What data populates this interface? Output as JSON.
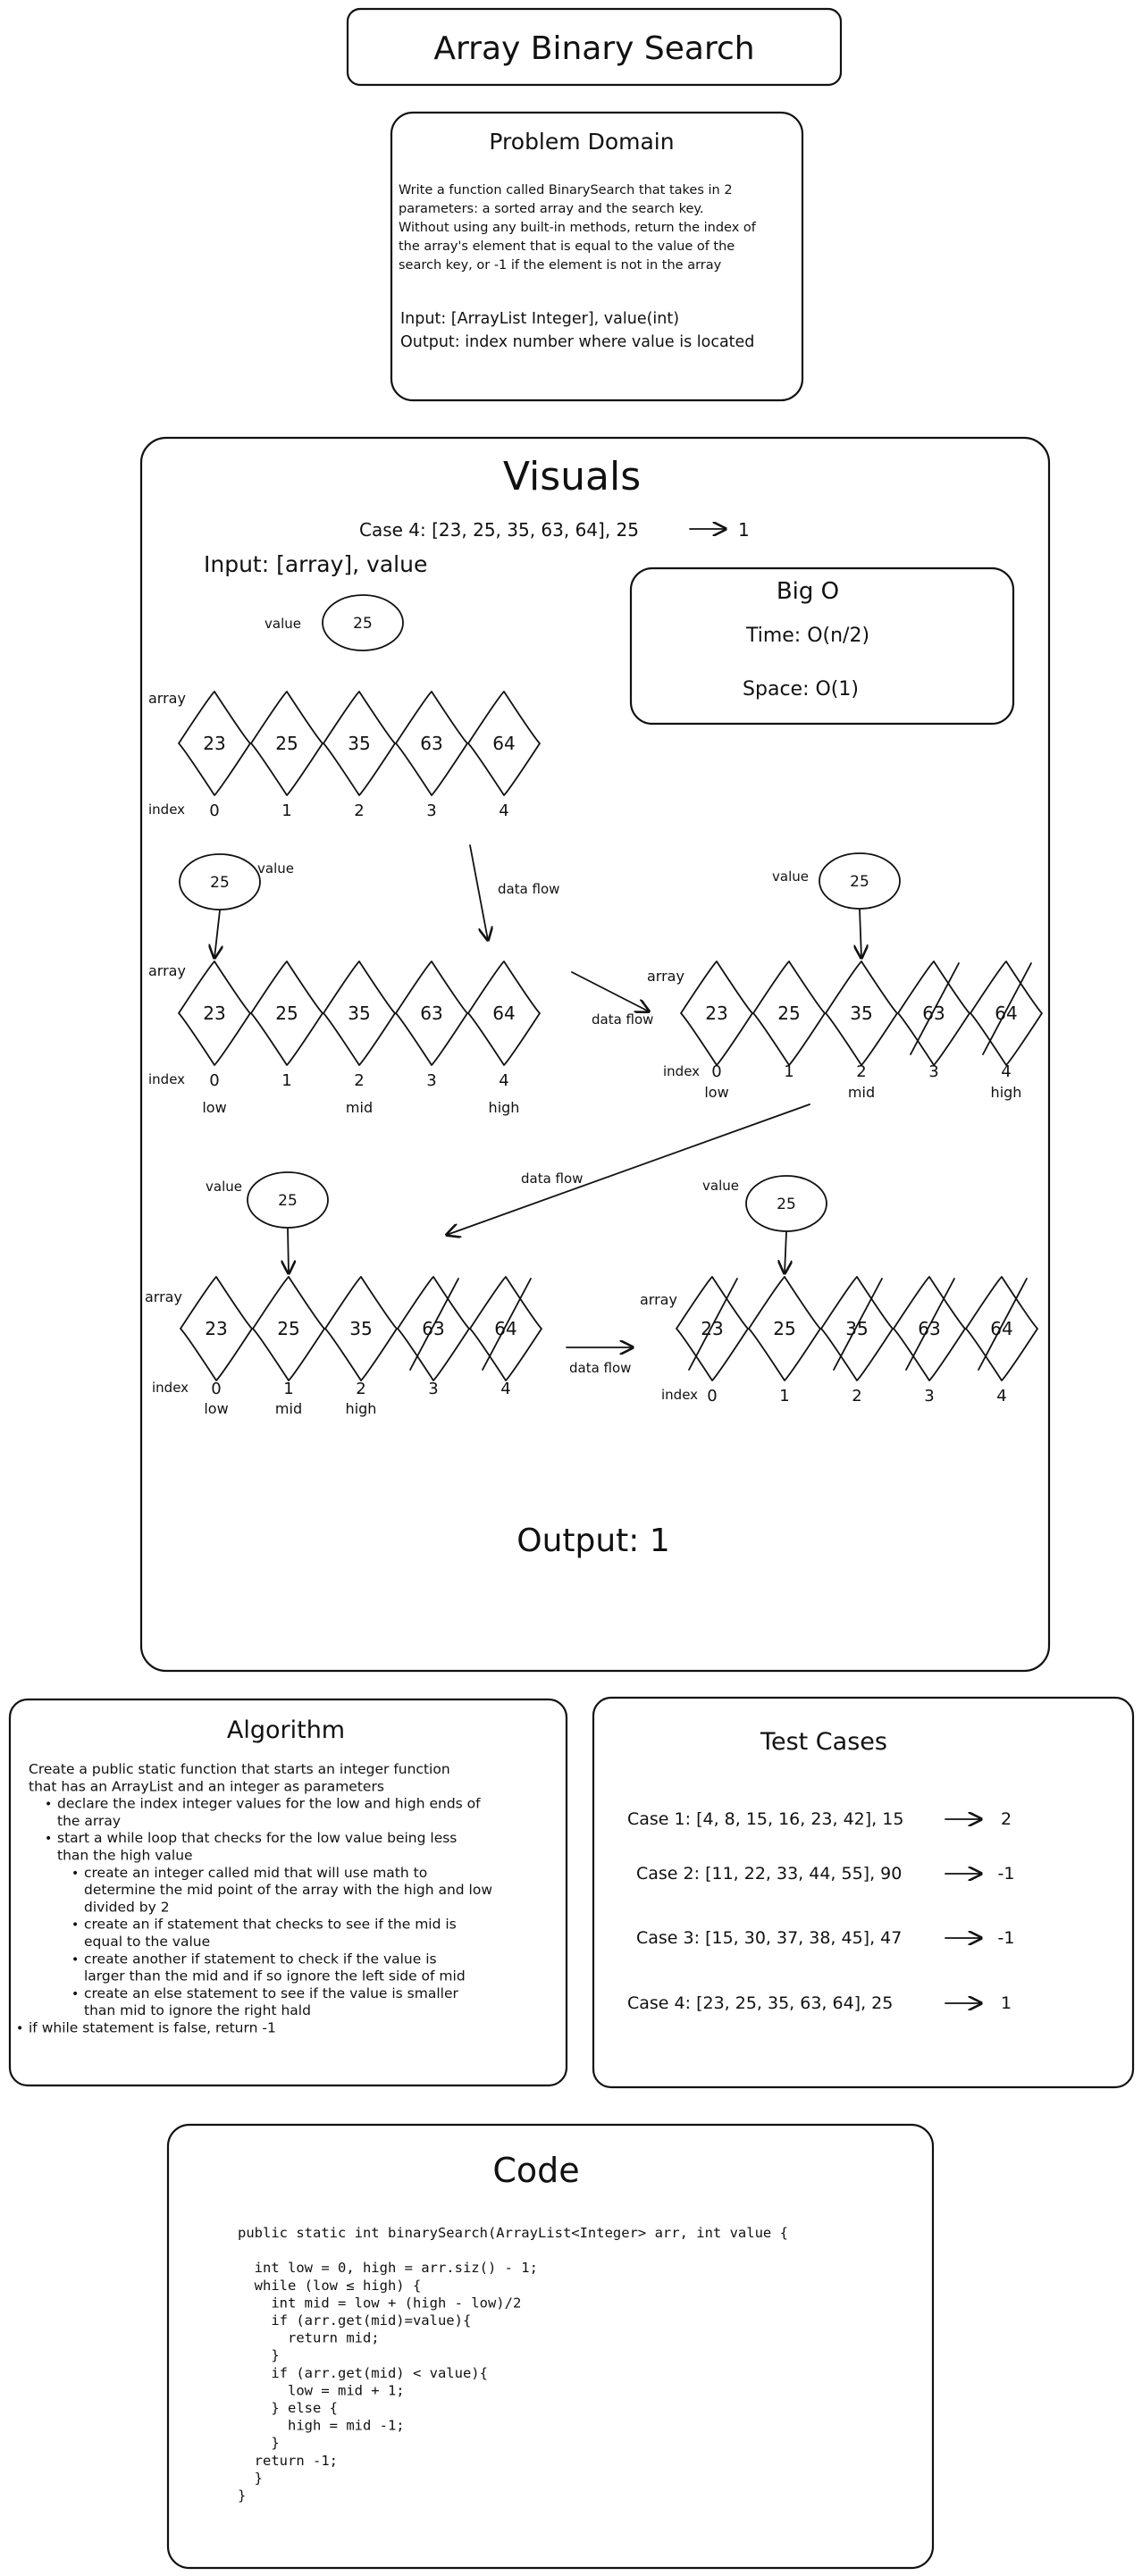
{
  "title": "Array Binary Search",
  "problem_domain": {
    "heading": "Problem Domain",
    "description": [
      "Write a function called BinarySearch that takes in 2",
      "parameters: a sorted array and the search key.",
      "Without using any built-in methods, return the index of",
      "the array's element that is equal to the value of the",
      "search key, or -1 if the element is not in the array"
    ],
    "input": "Input: [ArrayList Integer], value(int)",
    "output": "Output: index number where value is located"
  },
  "visuals": {
    "heading": "Visuals",
    "case_line": "Case 4: [23, 25, 35, 63, 64], 25",
    "case_result": "1",
    "input_label": "Input: [array], value",
    "big_o": {
      "heading": "Big O",
      "time": "Time: O(n/2)",
      "space": "Space: O(1)"
    },
    "labels": {
      "value": "value",
      "array": "array",
      "index": "index",
      "data_flow": "data flow",
      "low": "low",
      "mid": "mid",
      "high": "high"
    },
    "search_value": "25",
    "array_values": [
      "23",
      "25",
      "35",
      "63",
      "64"
    ],
    "indices": [
      "0",
      "1",
      "2",
      "3",
      "4"
    ],
    "steps": [
      {
        "crossed": [
          false,
          false,
          false,
          false,
          false
        ],
        "markers": []
      },
      {
        "crossed": [
          false,
          false,
          false,
          false,
          false
        ],
        "markers": [
          "low",
          "",
          "mid",
          "",
          "high"
        ]
      },
      {
        "crossed": [
          false,
          false,
          false,
          true,
          true
        ],
        "markers": [
          "low",
          "",
          "mid",
          "",
          "high"
        ]
      },
      {
        "crossed": [
          false,
          false,
          false,
          true,
          true
        ],
        "markers": [
          "low",
          "mid",
          "high",
          "",
          ""
        ]
      },
      {
        "crossed": [
          true,
          false,
          true,
          true,
          true
        ],
        "markers": []
      }
    ],
    "output": "Output: 1"
  },
  "algorithm": {
    "heading": "Algorithm",
    "lines": [
      {
        "level": 0,
        "bullet": false,
        "text": "Create a public static function that starts an integer function"
      },
      {
        "level": 0,
        "bullet": false,
        "text": "that has an ArrayList and an integer as parameters"
      },
      {
        "level": 1,
        "bullet": true,
        "text": "declare the index integer values for the low and high ends of"
      },
      {
        "level": 1,
        "bullet": false,
        "text": "the array"
      },
      {
        "level": 1,
        "bullet": true,
        "text": "start a while loop that checks for the low value being less"
      },
      {
        "level": 1,
        "bullet": false,
        "text": "than the high value"
      },
      {
        "level": 2,
        "bullet": true,
        "text": "create an integer called mid that will use math to"
      },
      {
        "level": 2,
        "bullet": false,
        "text": "determine the mid point of the array with the high and low"
      },
      {
        "level": 2,
        "bullet": false,
        "text": "divided by 2"
      },
      {
        "level": 2,
        "bullet": true,
        "text": "create an if statement that checks to see if the mid is"
      },
      {
        "level": 2,
        "bullet": false,
        "text": "equal to the value"
      },
      {
        "level": 2,
        "bullet": true,
        "text": "create another if statement to check if the value is"
      },
      {
        "level": 2,
        "bullet": false,
        "text": "larger than the mid and if so ignore the left side of mid"
      },
      {
        "level": 2,
        "bullet": true,
        "text": "create an else statement to see if the value is smaller"
      },
      {
        "level": 2,
        "bullet": false,
        "text": "than mid to ignore the right hald"
      },
      {
        "level": 0,
        "bullet": true,
        "text": "if while statement is false, return -1"
      }
    ]
  },
  "test_cases": {
    "heading": "Test Cases",
    "cases": [
      {
        "label": "Case 1: [4, 8, 15, 16, 23, 42], 15",
        "result": "2"
      },
      {
        "label": "Case 2: [11, 22, 33, 44, 55], 90",
        "result": "-1"
      },
      {
        "label": "Case 3: [15, 30, 37, 38, 45], 47",
        "result": "-1"
      },
      {
        "label": "Case 4: [23, 25, 35, 63, 64], 25",
        "result": "1"
      }
    ]
  },
  "code": {
    "heading": "Code",
    "lines": [
      "public static int binarySearch(ArrayList<Integer> arr, int value {",
      "",
      "  int low = 0, high = arr.siz() - 1;",
      "  while (low ≤ high) {",
      "    int mid = low + (high - low)/2",
      "    if (arr.get(mid)=value){",
      "      return mid;",
      "    }",
      "    if (arr.get(mid) < value){",
      "      low = mid + 1;",
      "    } else {",
      "      high = mid -1;",
      "    }",
      "  return -1;",
      "  }",
      "}"
    ]
  }
}
